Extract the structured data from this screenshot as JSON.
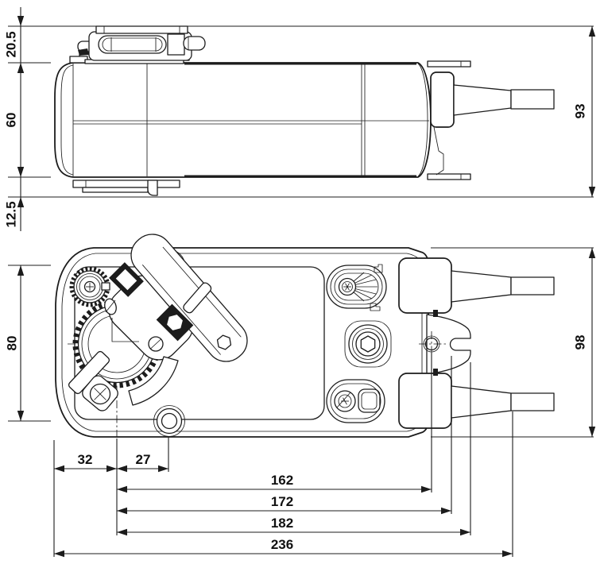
{
  "drawing": {
    "background": "#ffffff",
    "line_color": "#1c1c1c",
    "side_view": {
      "dim_clamp_height": "20.5",
      "dim_body_height": "60",
      "dim_base_offset": "12.5",
      "dim_total_height": "93"
    },
    "plan_view": {
      "dim_hole_pitch": "80",
      "dim_total_width": "98",
      "dim_edge_to_shaft": "32",
      "dim_shaft_to_hole": "27",
      "dim_shaft_to_pin_hole": "162",
      "dim_shaft_to_notch": "172",
      "dim_shaft_to_end": "182",
      "dim_overall_length": "236"
    }
  }
}
